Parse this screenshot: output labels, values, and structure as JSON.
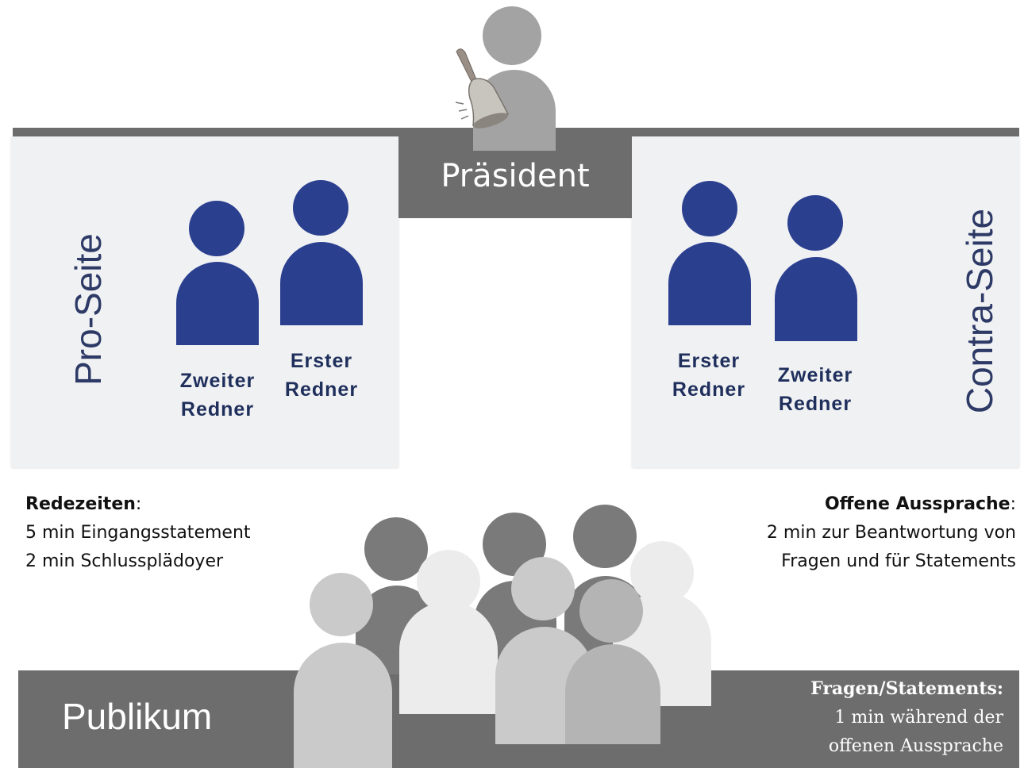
{
  "president": {
    "label": "Präsident"
  },
  "pro": {
    "side_label": "Pro-Seite",
    "speaker_second": {
      "line1": "Zweiter",
      "line2": "Redner"
    },
    "speaker_first": {
      "line1": "Erster",
      "line2": "Redner"
    }
  },
  "contra": {
    "side_label": "Contra-Seite",
    "speaker_first": {
      "line1": "Erster",
      "line2": "Redner"
    },
    "speaker_second": {
      "line1": "Zweiter",
      "line2": "Redner"
    }
  },
  "redezeiten": {
    "title": "Redezeiten",
    "line1": "5 min Eingangsstatement",
    "line2": "2 min Schlussplädoyer"
  },
  "aussprache": {
    "title": "Offene Aussprache",
    "line1": "2 min zur Beantwortung von",
    "line2": "Fragen und für Statements"
  },
  "publikum": {
    "label": "Publikum",
    "fragen_title": "Fragen/Statements:",
    "fragen_line1": "1 min  während der",
    "fragen_line2": "offenen Aussprache"
  },
  "colors": {
    "speaker_blue": "#2b3f8f",
    "bar_gray": "#6d6d6d",
    "panel_bg": "#f0f1f3",
    "text_navy": "#2d3a66"
  }
}
